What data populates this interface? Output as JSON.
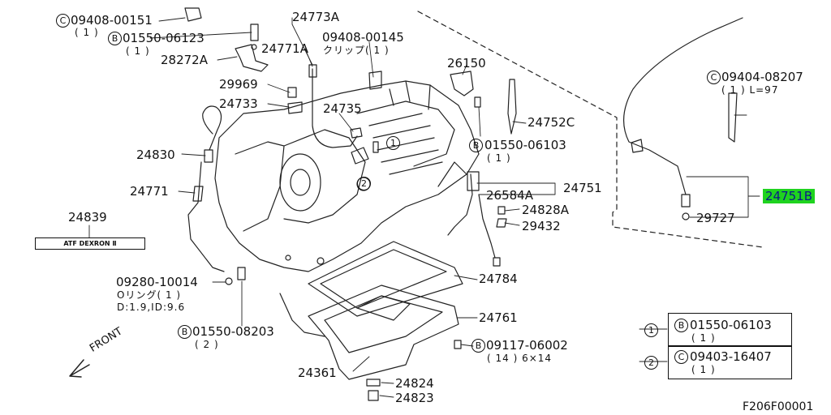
{
  "colors": {
    "highlight": "#1fd31f",
    "highlight_text": "#0b1a8a",
    "ink": "#111111"
  },
  "labels": {
    "p09408_00151": "09408-00151",
    "p09408_00151_qty": "( 1 )",
    "p01550_06123": "01550-06123",
    "p01550_06123_qty": "( 1 )",
    "p28272A": "28272A",
    "p24773A": "24773A",
    "p24771A": "24771A",
    "p09408_00145": "09408-00145",
    "p09408_00145_sub": "クリップ( 1 )",
    "p29969": "29969",
    "p24733": "24733",
    "p24735": "24735",
    "p24830": "24830",
    "p24771": "24771",
    "p24839": "24839",
    "atf_label": "ATF DEXRON Ⅱ",
    "p26150": "26150",
    "p24752C": "24752C",
    "p01550_06103": "01550-06103",
    "p01550_06103_qty": "( 1 )",
    "p26584A": "26584A",
    "p24751": "24751",
    "p24828A": "24828A",
    "p29432": "29432",
    "p09404_08207": "09404-08207",
    "p09404_08207_sub": "( 1 ) L=97",
    "p24751B": "24751B",
    "p29727": "29727",
    "p09280_10014": "09280-10014",
    "p09280_10014_sub": "Oリング( 1 )",
    "p09280_10014_dim": "D:1.9,ID:9.6",
    "p24784": "24784",
    "p24761": "24761",
    "p01550_08203": "01550-08203",
    "p01550_08203_qty": "( 2 )",
    "p09117_06002": "09117-06002",
    "p09117_06002_qty": "( 14 ) 6×14",
    "p24361": "24361",
    "p24824": "24824",
    "p24823": "24823",
    "front": "FRONT",
    "fig_code": "F206F00001"
  },
  "symbols": {
    "c": "C",
    "b": "B",
    "one": "1",
    "two": "2"
  },
  "legend": [
    {
      "num": "1",
      "prefix": "B",
      "part": "01550-06103",
      "qty": "( 1 )"
    },
    {
      "num": "2",
      "prefix": "C",
      "part": "09403-16407",
      "qty": "( 1 )"
    }
  ]
}
